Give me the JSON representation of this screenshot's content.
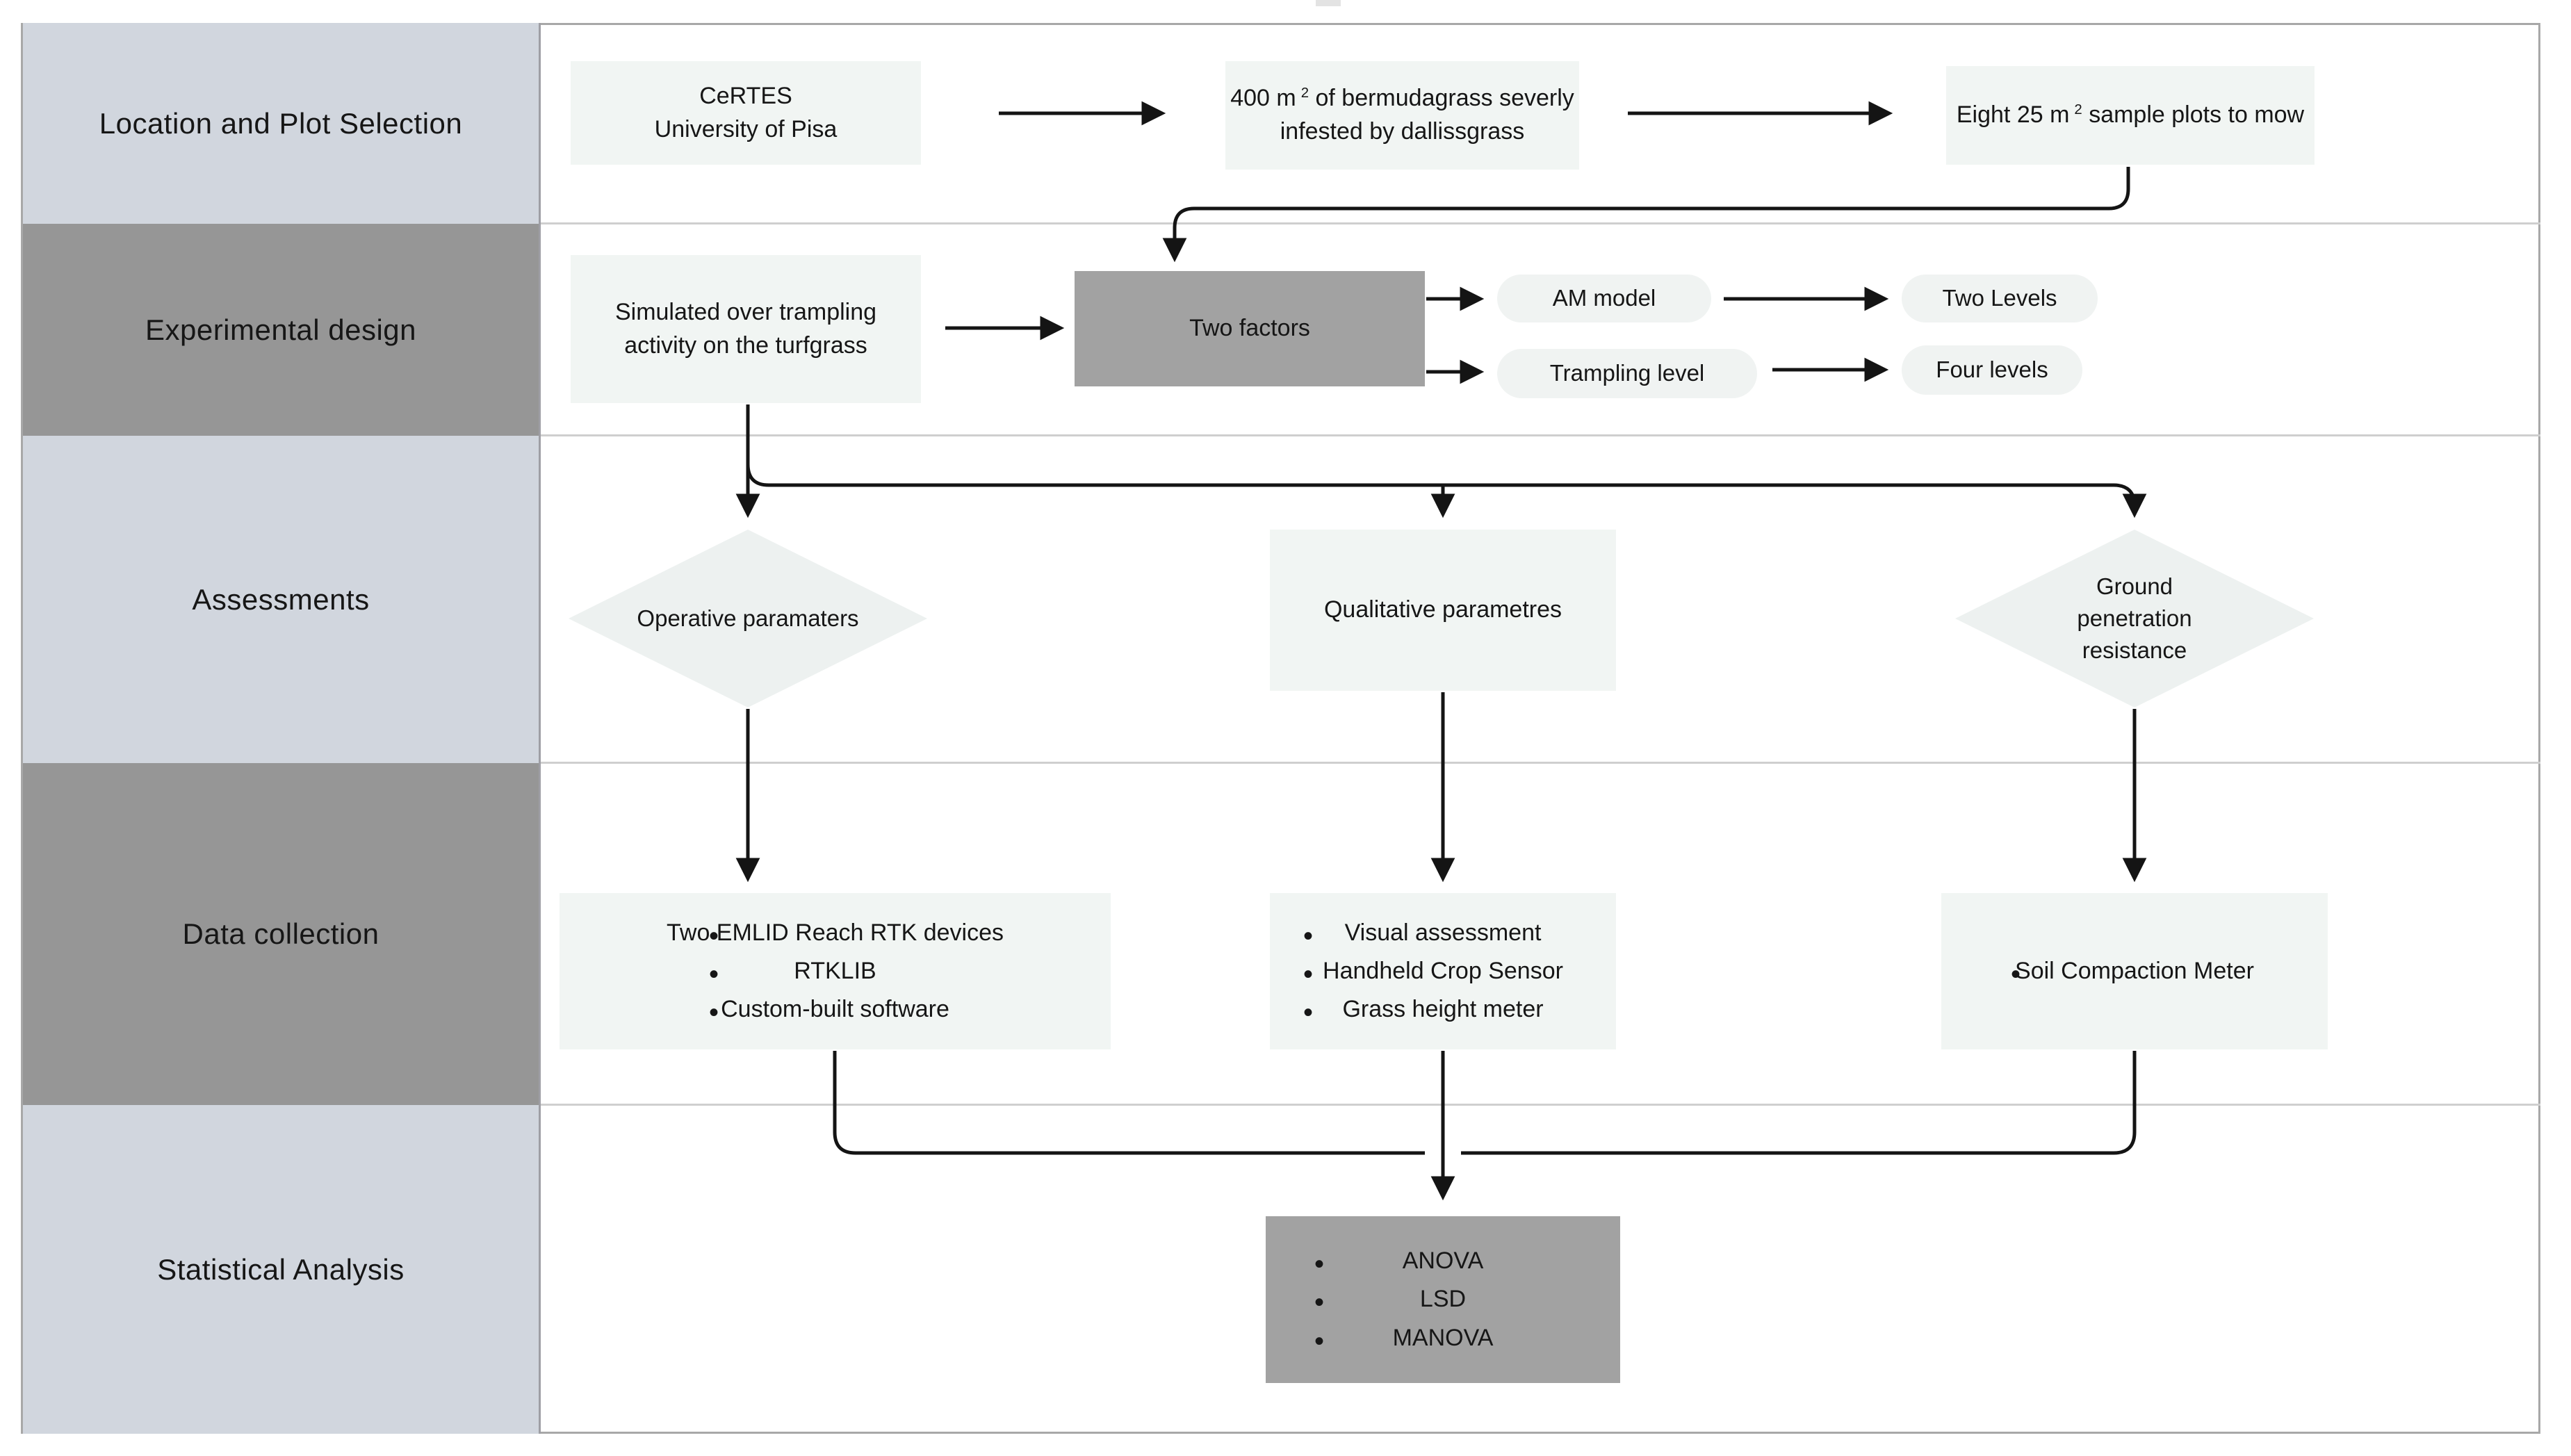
{
  "rows": [
    {
      "label": "Location and Plot Selection"
    },
    {
      "label": "Experimental design"
    },
    {
      "label": "Assessments"
    },
    {
      "label": "Data collection"
    },
    {
      "label": "Statistical Analysis"
    }
  ],
  "location_row": {
    "certes": {
      "line1": "CeRTES",
      "line2": "University of Pisa"
    },
    "bermuda": {
      "prefix": "400 m",
      "sup": "2",
      "suffix": " of bermudagrass severly infested by dallissgrass"
    },
    "plots": {
      "prefix": "Eight 25 m",
      "sup": "2",
      "suffix": " sample plots to mow"
    }
  },
  "experimental_row": {
    "simulated": "Simulated over trampling activity on the turfgrass",
    "two_factors": "Two factors",
    "factors": [
      {
        "name": "AM model",
        "levels": "Two Levels"
      },
      {
        "name": "Trampling level",
        "levels": "Four levels"
      }
    ]
  },
  "assessments_row": {
    "operative": "Operative paramaters",
    "qualitative": "Qualitative parametres",
    "ground": "Ground penetration resistance"
  },
  "data_collection_row": {
    "operative_tools": [
      "Two EMLID Reach RTK devices",
      "RTKLIB",
      "Custom-built software"
    ],
    "qualitative_tools": [
      "Visual assessment",
      "Handheld Crop Sensor",
      "Grass height meter"
    ],
    "ground_tools": [
      "Soil Compaction Meter"
    ]
  },
  "statistical_row": {
    "methods": [
      "ANOVA",
      "LSD",
      "MANOVA"
    ]
  },
  "colors": {
    "row_label_light": "#d1d6de",
    "row_label_dark": "#969696",
    "node_light": "#f1f5f3",
    "node_gray": "#a2a2a2",
    "connector": "#141414"
  }
}
